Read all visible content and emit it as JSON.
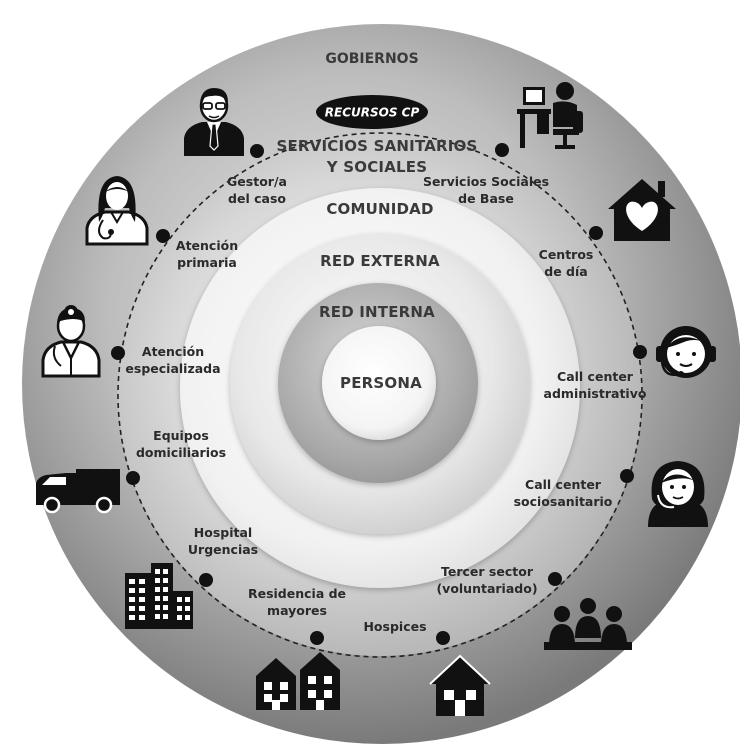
{
  "rings": {
    "outer": "GOBIERNOS",
    "servicios_line1": "SERVICIOS SANITARIOS",
    "servicios_line2": "Y SOCIALES",
    "comunidad": "COMUNIDAD",
    "red_externa": "RED EXTERNA",
    "red_interna": "RED INTERNA",
    "center": "PERSONA"
  },
  "badge": {
    "label": "RECURSOS CP"
  },
  "nodes": [
    {
      "id": "gestor",
      "lines": [
        "Gestor/a",
        "del caso"
      ],
      "icon": "manager-with-glasses-icon"
    },
    {
      "id": "servicios",
      "lines": [
        "Servicios Sociales",
        "de Base"
      ],
      "icon": "office-worker-desk-icon"
    },
    {
      "id": "centros",
      "lines": [
        "Centros",
        "de día"
      ],
      "icon": "house-with-heart-icon"
    },
    {
      "id": "callcenter-adm",
      "lines": [
        "Call center",
        "administrativo"
      ],
      "icon": "headset-operator-icon"
    },
    {
      "id": "callcenter-soc",
      "lines": [
        "Call center",
        "sociosanitario"
      ],
      "icon": "headset-operator-female-icon"
    },
    {
      "id": "tercer",
      "lines": [
        "Tercer sector",
        "(voluntariado)"
      ],
      "icon": "group-of-people-icon"
    },
    {
      "id": "hospices",
      "lines": [
        "Hospices"
      ],
      "icon": "house-icon"
    },
    {
      "id": "residencia",
      "lines": [
        "Residencia de",
        "mayores"
      ],
      "icon": "residence-buildings-icon"
    },
    {
      "id": "hospital",
      "lines": [
        "Hospital",
        "Urgencias"
      ],
      "icon": "hospital-buildings-icon"
    },
    {
      "id": "equipos",
      "lines": [
        "Equipos",
        "domiciliarios"
      ],
      "icon": "van-icon"
    },
    {
      "id": "especializada",
      "lines": [
        "Atención",
        "especializada"
      ],
      "icon": "doctor-with-head-mirror-icon"
    },
    {
      "id": "primaria",
      "lines": [
        "Atención",
        "primaria"
      ],
      "icon": "female-doctor-icon"
    }
  ],
  "colors": {
    "outer_disc": "#8a8a8a",
    "inner_highlight": "#ffffff",
    "icon_fill": "#111111",
    "dot_fill": "#111111",
    "badge_fill": "#111111"
  }
}
